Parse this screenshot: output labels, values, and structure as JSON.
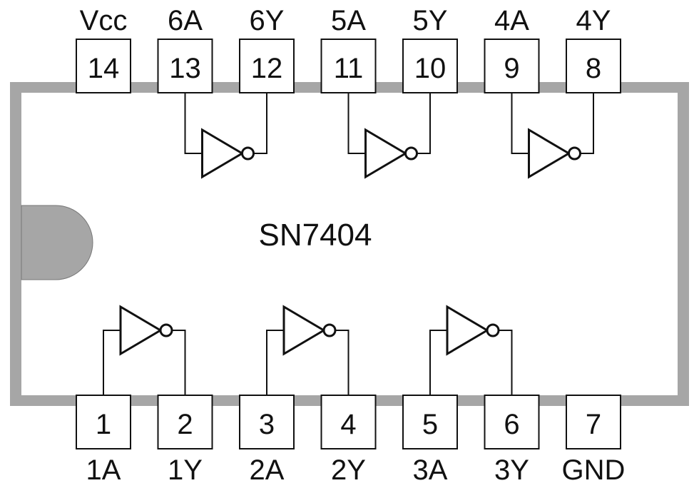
{
  "chip": {
    "name": "SN7404",
    "body_color": "#ffffff",
    "border_color": "#a6a6a6",
    "notch_color": "#a6a6a6",
    "line_color": "#111111"
  },
  "pins": {
    "top": [
      {
        "number": "14",
        "label": "Vcc"
      },
      {
        "number": "13",
        "label": "6A"
      },
      {
        "number": "12",
        "label": "6Y"
      },
      {
        "number": "11",
        "label": "5A"
      },
      {
        "number": "10",
        "label": "5Y"
      },
      {
        "number": "9",
        "label": "4A"
      },
      {
        "number": "8",
        "label": "4Y"
      }
    ],
    "bottom": [
      {
        "number": "1",
        "label": "1A"
      },
      {
        "number": "2",
        "label": "1Y"
      },
      {
        "number": "3",
        "label": "2A"
      },
      {
        "number": "4",
        "label": "2Y"
      },
      {
        "number": "5",
        "label": "3A"
      },
      {
        "number": "6",
        "label": "3Y"
      },
      {
        "number": "7",
        "label": "GND"
      }
    ]
  },
  "gates": [
    {
      "name": "gate-6",
      "row": "top",
      "input_pin": "13",
      "output_pin": "12"
    },
    {
      "name": "gate-5",
      "row": "top",
      "input_pin": "11",
      "output_pin": "10"
    },
    {
      "name": "gate-4",
      "row": "top",
      "input_pin": "9",
      "output_pin": "8"
    },
    {
      "name": "gate-1",
      "row": "bottom",
      "input_pin": "1",
      "output_pin": "2"
    },
    {
      "name": "gate-2",
      "row": "bottom",
      "input_pin": "3",
      "output_pin": "4"
    },
    {
      "name": "gate-3",
      "row": "bottom",
      "input_pin": "5",
      "output_pin": "6"
    }
  ]
}
